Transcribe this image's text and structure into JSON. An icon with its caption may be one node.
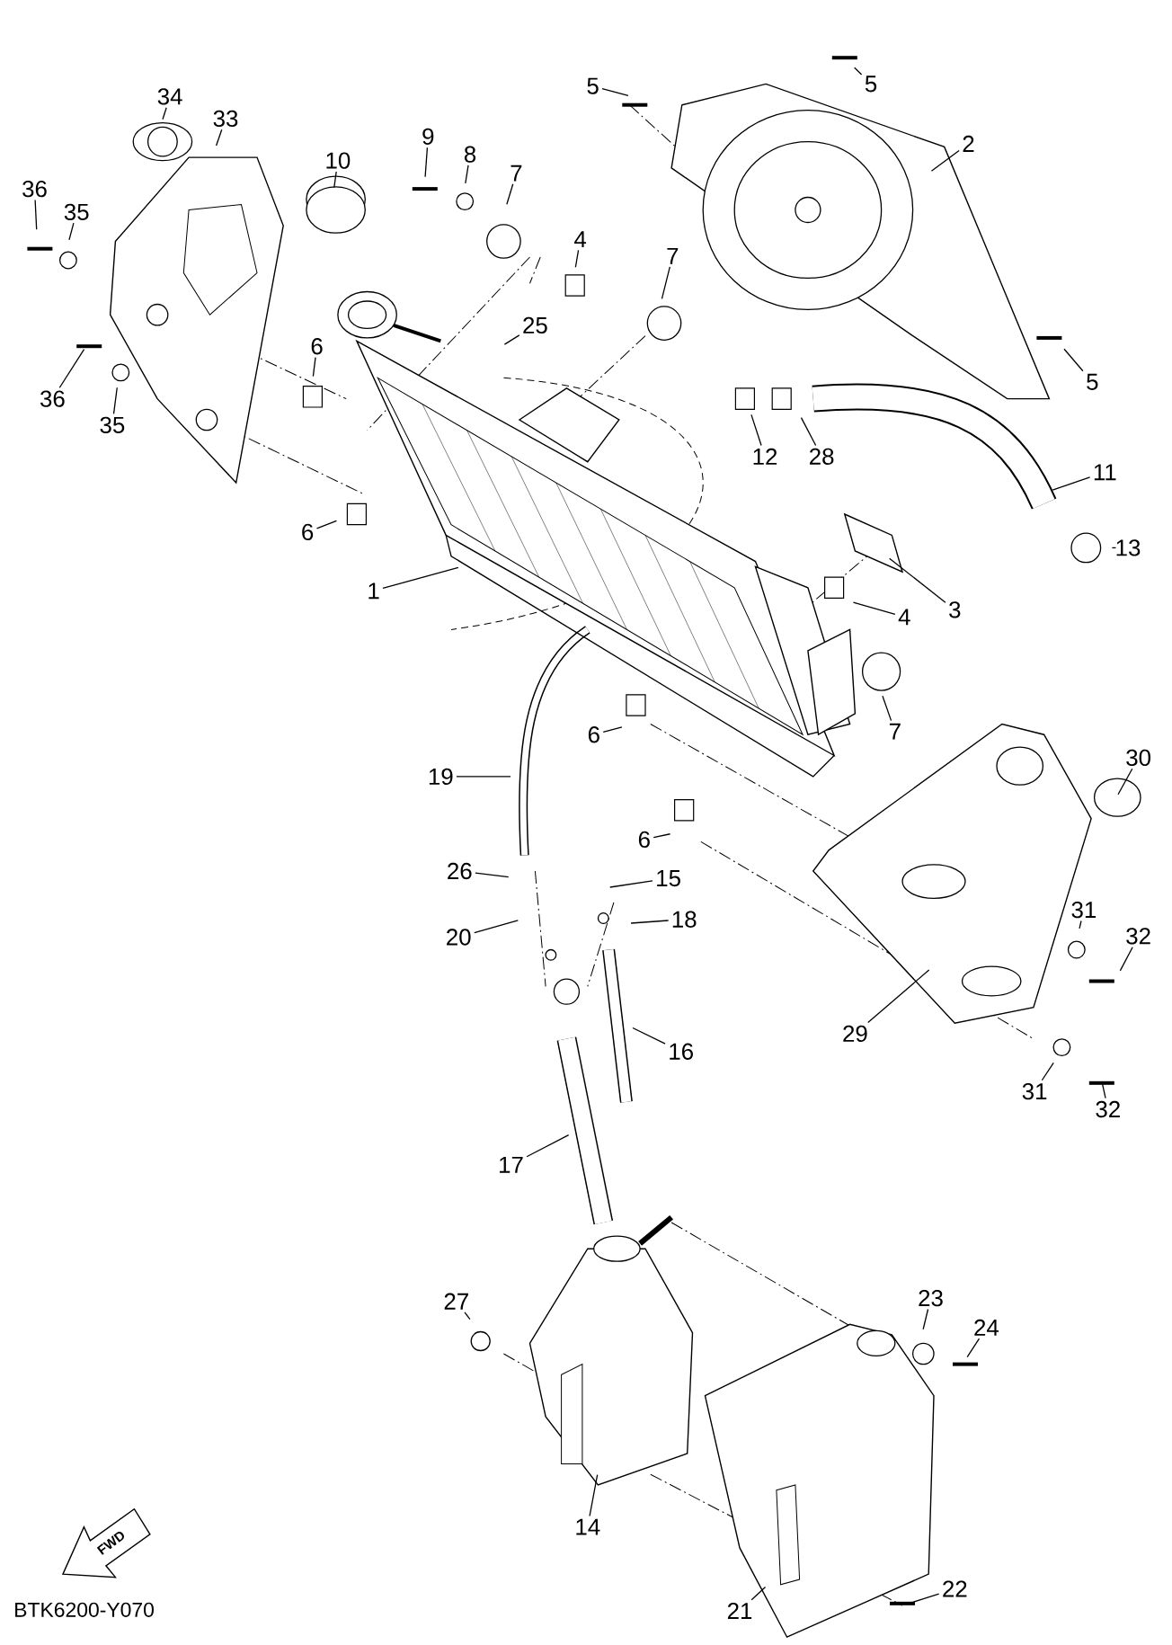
{
  "diagram": {
    "nodes": [
      {
        "text": [
          "34"
        ]
      },
      {
        "text": [
          "33"
        ]
      },
      {
        "text": [
          "36"
        ]
      },
      {
        "text": [
          "35"
        ]
      },
      {
        "text": [
          "10"
        ]
      },
      {
        "text": [
          "9"
        ]
      },
      {
        "text": [
          "8"
        ]
      },
      {
        "text": [
          "7"
        ]
      },
      {
        "text": [
          "5"
        ]
      },
      {
        "text": [
          "5"
        ]
      },
      {
        "text": [
          "2"
        ]
      },
      {
        "text": [
          "4"
        ]
      },
      {
        "text": [
          "7"
        ]
      },
      {
        "text": [
          "25"
        ]
      },
      {
        "text": [
          "6"
        ]
      },
      {
        "text": [
          "36"
        ]
      },
      {
        "text": [
          "35"
        ]
      },
      {
        "text": [
          "5"
        ]
      },
      {
        "text": [
          "12"
        ]
      },
      {
        "text": [
          "28"
        ]
      },
      {
        "text": [
          "11"
        ]
      },
      {
        "text": [
          "13"
        ]
      },
      {
        "text": [
          "6"
        ]
      },
      {
        "text": [
          "1"
        ]
      },
      {
        "text": [
          "3"
        ]
      },
      {
        "text": [
          "4"
        ]
      },
      {
        "text": [
          "7"
        ]
      },
      {
        "text": [
          "6"
        ]
      },
      {
        "text": [
          "19"
        ]
      },
      {
        "text": [
          "30"
        ]
      },
      {
        "text": [
          "6"
        ]
      },
      {
        "text": [
          "26"
        ]
      },
      {
        "text": [
          "15"
        ]
      },
      {
        "text": [
          "18"
        ]
      },
      {
        "text": [
          "20"
        ]
      },
      {
        "text": [
          "31"
        ]
      },
      {
        "text": [
          "32"
        ]
      },
      {
        "text": [
          "16"
        ]
      },
      {
        "text": [
          "29"
        ]
      },
      {
        "text": [
          "31"
        ]
      },
      {
        "text": [
          "32"
        ]
      },
      {
        "text": [
          "17"
        ]
      },
      {
        "text": [
          "27"
        ]
      },
      {
        "text": [
          "23"
        ]
      },
      {
        "text": [
          "24"
        ]
      },
      {
        "text": [
          "14"
        ]
      },
      {
        "text": [
          "22"
        ]
      },
      {
        "text": [
          "21"
        ]
      }
    ],
    "edges": [
      {
        "from": 0,
        "to": null,
        "arrow": "none"
      },
      {
        "from": 1,
        "to": null,
        "arrow": "none"
      },
      {
        "from": 2,
        "to": null,
        "arrow": "none"
      },
      {
        "from": 3,
        "to": null,
        "arrow": "none"
      },
      {
        "from": 4,
        "to": null,
        "arrow": "none"
      },
      {
        "from": 5,
        "to": null,
        "arrow": "none"
      },
      {
        "from": 6,
        "to": null,
        "arrow": "none"
      },
      {
        "from": 7,
        "to": null,
        "arrow": "none"
      },
      {
        "from": 8,
        "to": null,
        "arrow": "none"
      },
      {
        "from": 9,
        "to": null,
        "arrow": "none"
      },
      {
        "from": 10,
        "to": null,
        "arrow": "none"
      },
      {
        "from": 11,
        "to": null,
        "arrow": "none"
      },
      {
        "from": 12,
        "to": null,
        "arrow": "none"
      },
      {
        "from": 13,
        "to": null,
        "arrow": "none"
      },
      {
        "from": 14,
        "to": null,
        "arrow": "none"
      },
      {
        "from": 15,
        "to": null,
        "arrow": "none"
      },
      {
        "from": 16,
        "to": null,
        "arrow": "none"
      },
      {
        "from": 17,
        "to": null,
        "arrow": "none"
      },
      {
        "from": 18,
        "to": null,
        "arrow": "none"
      },
      {
        "from": 19,
        "to": null,
        "arrow": "none"
      },
      {
        "from": 20,
        "to": null,
        "arrow": "none"
      },
      {
        "from": 21,
        "to": null,
        "arrow": "none"
      },
      {
        "from": 22,
        "to": null,
        "arrow": "none"
      },
      {
        "from": 23,
        "to": null,
        "arrow": "none"
      },
      {
        "from": 24,
        "to": null,
        "arrow": "none"
      },
      {
        "from": 25,
        "to": null,
        "arrow": "none"
      },
      {
        "from": 26,
        "to": null,
        "arrow": "none"
      },
      {
        "from": 27,
        "to": null,
        "arrow": "none"
      },
      {
        "from": 28,
        "to": null,
        "arrow": "none"
      },
      {
        "from": 29,
        "to": null,
        "arrow": "none"
      },
      {
        "from": 30,
        "to": null,
        "arrow": "none"
      },
      {
        "from": 31,
        "to": null,
        "arrow": "none"
      },
      {
        "from": 32,
        "to": null,
        "arrow": "none"
      },
      {
        "from": 33,
        "to": null,
        "arrow": "none"
      },
      {
        "from": 34,
        "to": null,
        "arrow": "none"
      },
      {
        "from": 35,
        "to": null,
        "arrow": "none"
      },
      {
        "from": 36,
        "to": null,
        "arrow": "none"
      },
      {
        "from": 37,
        "to": null,
        "arrow": "none"
      },
      {
        "from": 38,
        "to": null,
        "arrow": "none"
      },
      {
        "from": 39,
        "to": null,
        "arrow": "none"
      },
      {
        "from": 40,
        "to": null,
        "arrow": "none"
      },
      {
        "from": 41,
        "to": null,
        "arrow": "none"
      },
      {
        "from": 42,
        "to": null,
        "arrow": "none"
      },
      {
        "from": 43,
        "to": null,
        "arrow": "none"
      },
      {
        "from": 44,
        "to": null,
        "arrow": "none"
      },
      {
        "from": 45,
        "to": null,
        "arrow": "none"
      },
      {
        "from": 46,
        "to": null,
        "arrow": "none"
      },
      {
        "from": 47,
        "to": null,
        "arrow": "none"
      }
    ],
    "labels": [
      "FWD",
      "BTK6200-Y070"
    ]
  }
}
